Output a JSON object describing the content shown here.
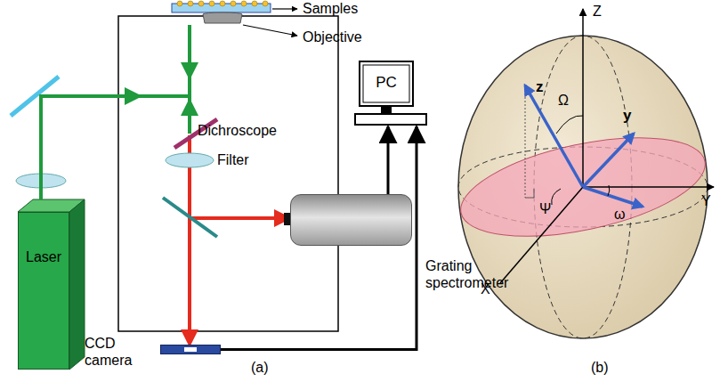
{
  "diagram": {
    "nodes": [
      {
        "text": [
          "Laser"
        ]
      },
      {
        "text": [
          "Grating spectrometer"
        ]
      },
      {
        "text": [
          "PC"
        ]
      },
      {
        "text": [
          "CCD camera"
        ]
      }
    ],
    "edges": [
      {
        "from": 1,
        "to": 2,
        "arrow": "to"
      },
      {
        "from": 3,
        "to": 2,
        "arrow": "to"
      }
    ],
    "labels": [
      "Samples",
      "Objective",
      "Dichroscope",
      "Filter",
      "(a)",
      "Z",
      "Y",
      "X",
      "z",
      "y",
      "Ω",
      "Ψ",
      "ω",
      "(b)"
    ]
  }
}
